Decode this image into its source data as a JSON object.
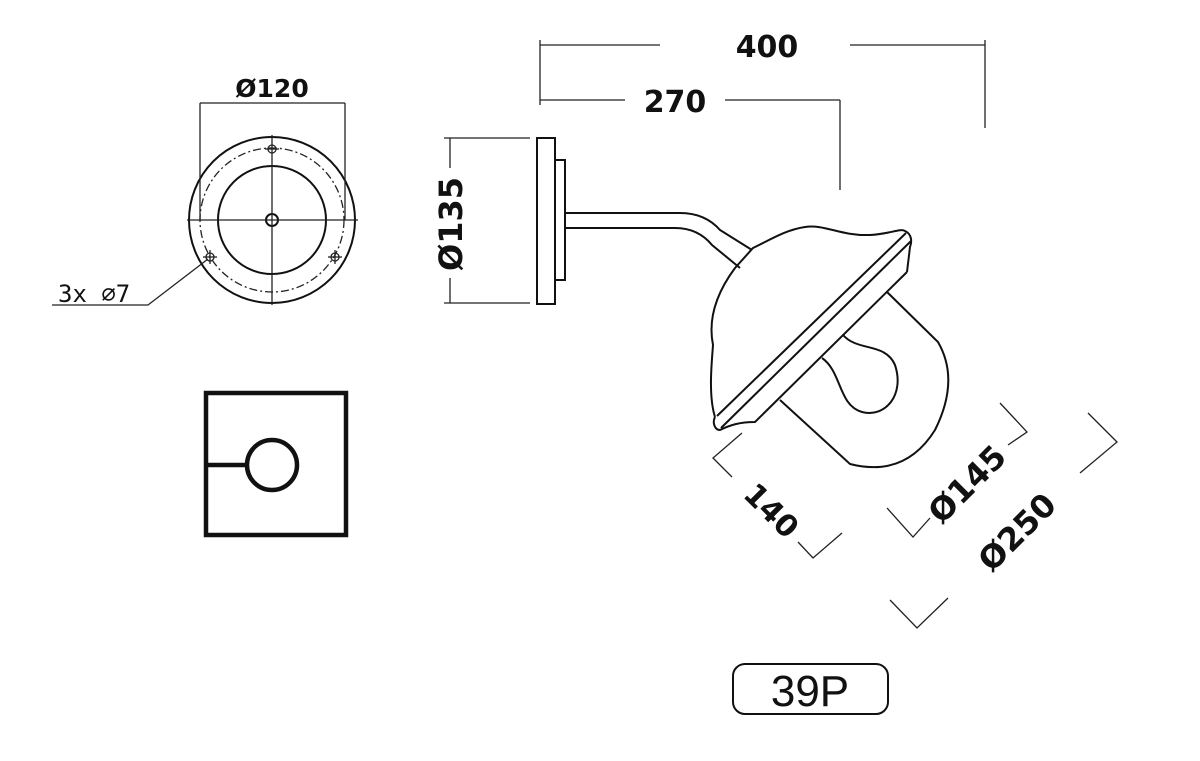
{
  "drawing": {
    "dimensions": {
      "overall_length": "400",
      "arm_length": "270",
      "plate_diameter": "Ø135",
      "mount_diameter": "Ø120",
      "holes": "3x ⌀7",
      "shade_depth": "140",
      "glass_diameter": "Ø145",
      "shade_diameter": "Ø250"
    },
    "model_code": "39P",
    "colors": {
      "line": "#111111",
      "background": "#ffffff"
    }
  }
}
